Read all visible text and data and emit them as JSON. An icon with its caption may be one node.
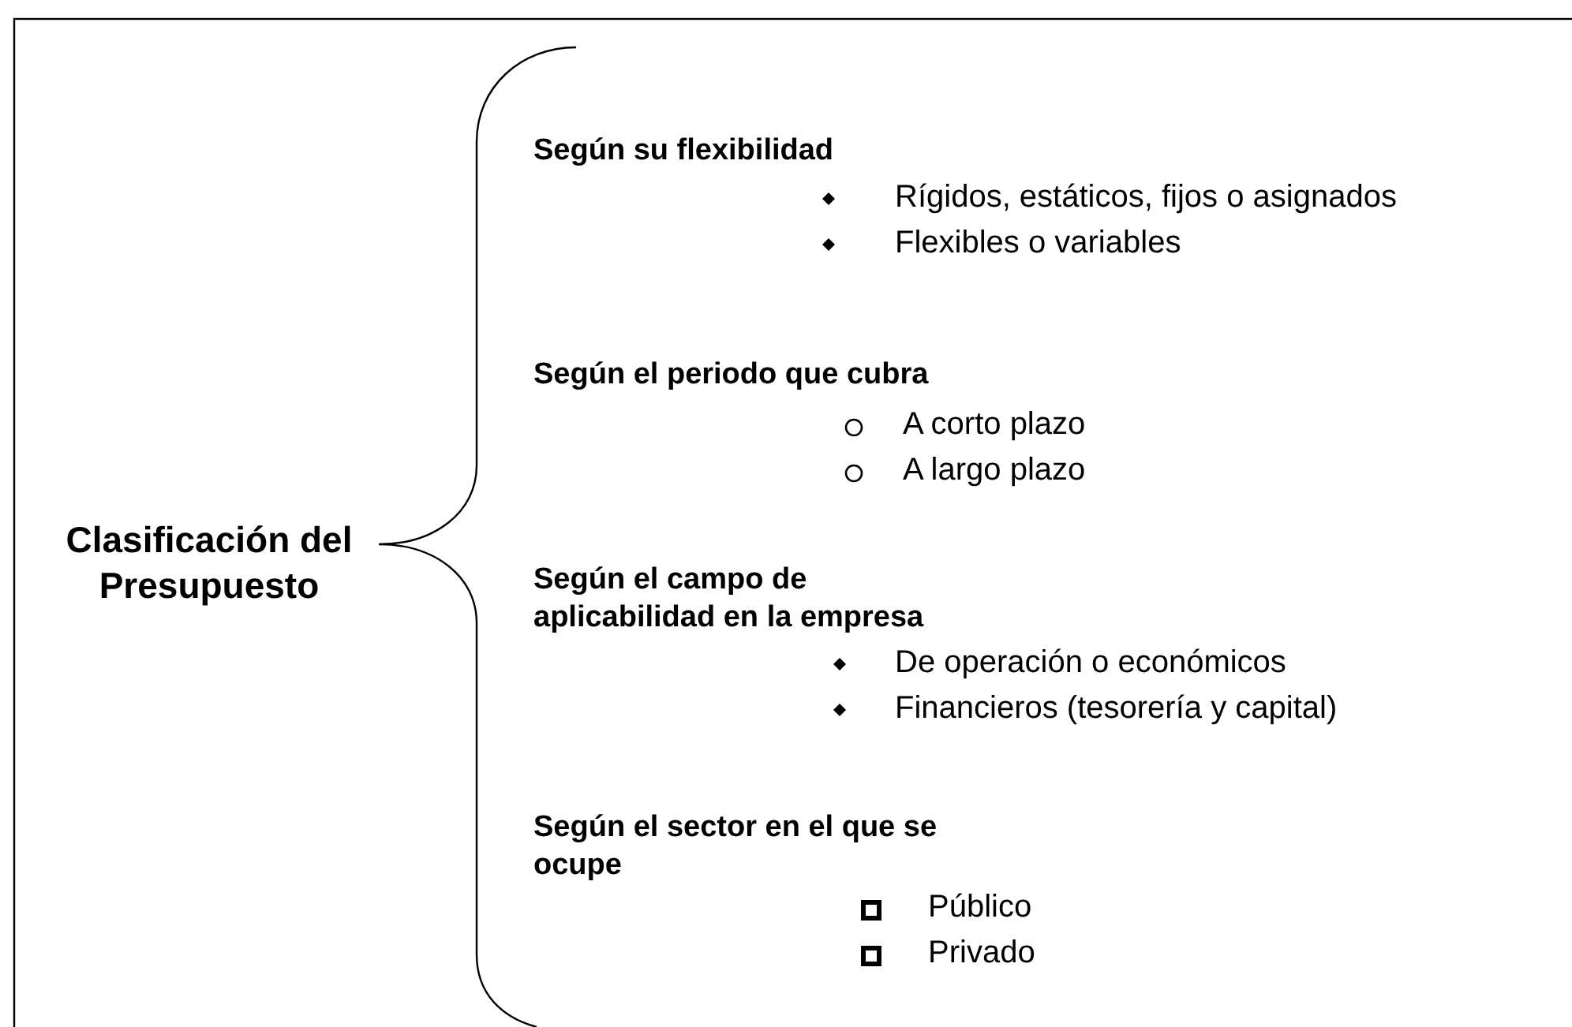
{
  "diagram": {
    "labels": [
      "Clasificación del Presupuesto",
      "Según su flexibilidad",
      "Rígidos, estáticos, fijos o asignados",
      "Flexibles o variables",
      "Según el periodo que cubra",
      "A corto plazo",
      "A largo plazo",
      "Según el campo de aplicabilidad en la empresa",
      "De operación o económicos",
      "Financieros (tesorería y capital)",
      "Según el sector en el que se ocupe",
      "Público",
      "Privado"
    ]
  }
}
